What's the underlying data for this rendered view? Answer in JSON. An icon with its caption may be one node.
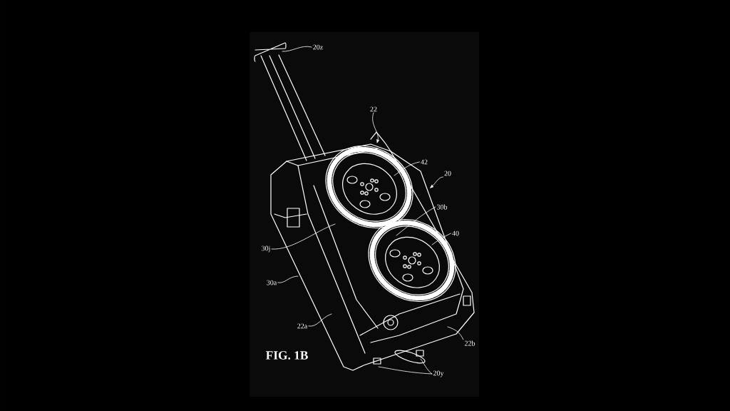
{
  "diagram": {
    "caption": "FIG. 1B",
    "nodes": [
      {
        "text": [
          "20z"
        ]
      },
      {
        "text": [
          "22"
        ]
      },
      {
        "text": [
          "42"
        ]
      },
      {
        "text": [
          "20"
        ]
      },
      {
        "text": [
          "30b"
        ]
      },
      {
        "text": [
          "40"
        ]
      },
      {
        "text": [
          "30j"
        ]
      },
      {
        "text": [
          "30a"
        ]
      },
      {
        "text": [
          "22a"
        ]
      },
      {
        "text": [
          "22b"
        ]
      },
      {
        "text": [
          "20y"
        ]
      }
    ],
    "edges": [
      {
        "from": 0,
        "to": null,
        "arrow": "none"
      },
      {
        "from": 1,
        "to": null,
        "arrow": "to"
      },
      {
        "from": 2,
        "to": null,
        "arrow": "none"
      },
      {
        "from": 3,
        "to": null,
        "arrow": "to"
      },
      {
        "from": 4,
        "to": null,
        "arrow": "none"
      },
      {
        "from": 5,
        "to": null,
        "arrow": "none"
      },
      {
        "from": 6,
        "to": null,
        "arrow": "none"
      },
      {
        "from": 7,
        "to": null,
        "arrow": "none"
      },
      {
        "from": 8,
        "to": null,
        "arrow": "none"
      },
      {
        "from": 9,
        "to": null,
        "arrow": "none"
      },
      {
        "from": 10,
        "to": null,
        "arrow": "none"
      },
      {
        "from": 10,
        "to": null,
        "arrow": "none"
      }
    ]
  }
}
